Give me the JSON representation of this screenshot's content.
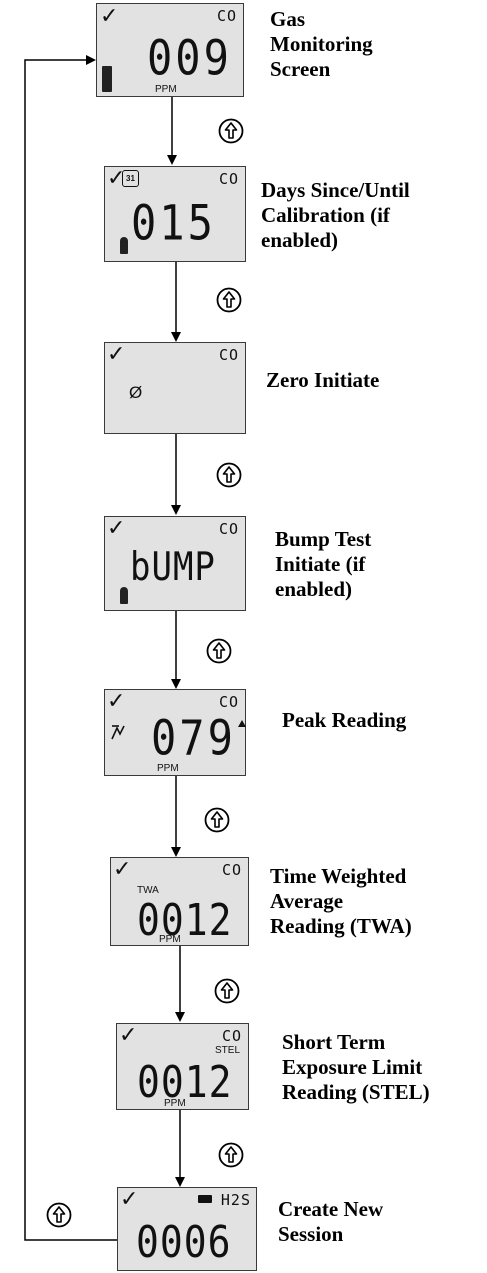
{
  "check_glyph": "✓",
  "unit": "PPM",
  "up_button_icon": "up-arrow-circle-icon",
  "screens": [
    {
      "id": "gas-monitoring",
      "gas": "CO",
      "value": "009",
      "caption": [
        "Gas",
        "Monitoring",
        "Screen"
      ],
      "icons": [
        "battery-icon"
      ]
    },
    {
      "id": "days-calibration",
      "gas": "CO",
      "value": "015",
      "calendar_day": "31",
      "caption": [
        "Days Since/Until",
        "Calibration (if",
        "enabled)"
      ],
      "icons": [
        "calendar-icon",
        "gas-cylinder-icon"
      ]
    },
    {
      "id": "zero-initiate",
      "gas": "CO",
      "value": "Ø",
      "caption": [
        "Zero Initiate"
      ]
    },
    {
      "id": "bump-test",
      "gas": "CO",
      "value": "bUMP",
      "caption": [
        "Bump Test",
        "Initiate (if",
        "enabled)"
      ],
      "icons": [
        "gas-cylinder-icon"
      ]
    },
    {
      "id": "peak-reading",
      "gas": "CO",
      "value": "079",
      "caption": [
        "Peak Reading"
      ],
      "icons": [
        "peak-icon",
        "triangle-up-icon"
      ]
    },
    {
      "id": "twa-reading",
      "gas": "CO",
      "value": "0012",
      "tag": "TWA",
      "caption": [
        "Time Weighted",
        "Average",
        "Reading (TWA)"
      ]
    },
    {
      "id": "stel-reading",
      "gas": "CO",
      "value": "0012",
      "tag": "STEL",
      "caption": [
        "Short Term",
        "Exposure Limit",
        "Reading (STEL)"
      ]
    },
    {
      "id": "new-session",
      "gas": "H2S",
      "value": "0006",
      "caption": [
        "Create New",
        "Session"
      ],
      "icons": [
        "session-icon"
      ]
    }
  ]
}
